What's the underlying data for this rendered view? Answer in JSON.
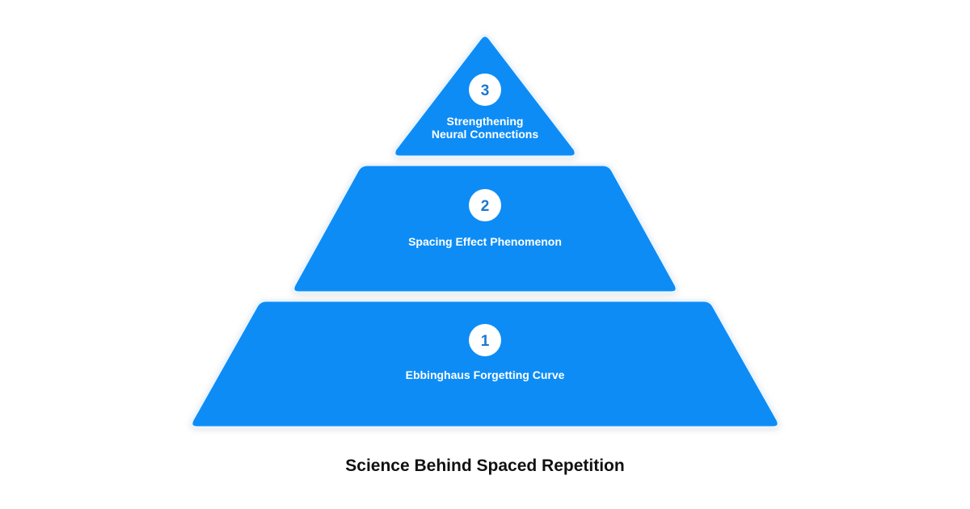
{
  "diagram": {
    "type": "pyramid",
    "title": "Science Behind Spaced Repetition",
    "colors": {
      "tier_fill": "#0a8cf5",
      "number_text": "#1b78cf",
      "badge_fill": "#ffffff",
      "label_text": "#ffffff"
    },
    "tiers": [
      {
        "number": "1",
        "lines": [
          "Ebbinghaus Forgetting Curve"
        ]
      },
      {
        "number": "2",
        "lines": [
          "Spacing Effect Phenomenon"
        ]
      },
      {
        "number": "3",
        "lines": [
          "Strengthening",
          "Neural Connections"
        ]
      }
    ]
  }
}
